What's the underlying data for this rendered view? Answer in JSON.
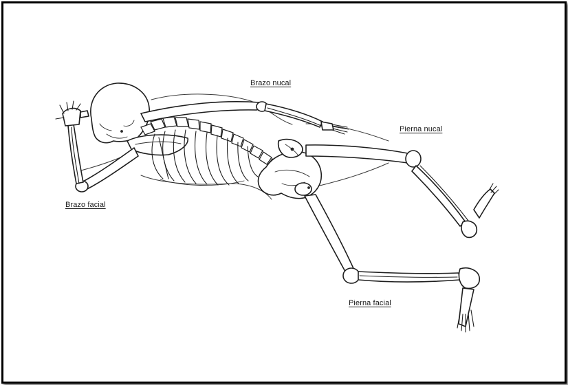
{
  "figure": {
    "labels": {
      "brazo_nucal": "Brazo nucal",
      "pierna_nucal": "Pierna nucal",
      "brazo_facial": "Brazo facial",
      "pierna_facial": "Pierna facial"
    }
  }
}
